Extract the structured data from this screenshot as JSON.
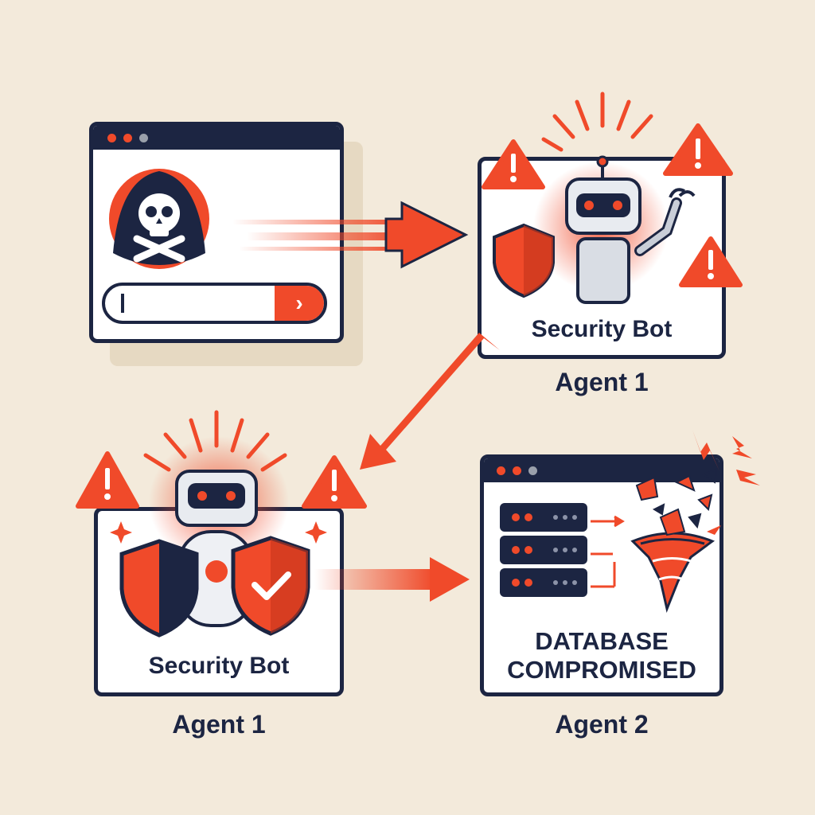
{
  "colors": {
    "background": "#f3eadb",
    "navy": "#1c2542",
    "accent": "#f04a2a",
    "panel": "#ffffff"
  },
  "panels": {
    "attacker": {
      "icon": "hooded-skull-icon",
      "submit_icon": "chevron-right-icon"
    },
    "agent1_top": {
      "label": "Security Bot",
      "caption": "Agent 1",
      "icon": "robot-alarm-icon"
    },
    "agent1_bottom": {
      "label": "Security Bot",
      "caption": "Agent 1",
      "icon": "robot-shields-icon"
    },
    "agent2": {
      "label_line1": "DATABASE",
      "label_line2": "COMPROMISED",
      "caption": "Agent 2",
      "icon": "server-vortex-icon"
    }
  }
}
